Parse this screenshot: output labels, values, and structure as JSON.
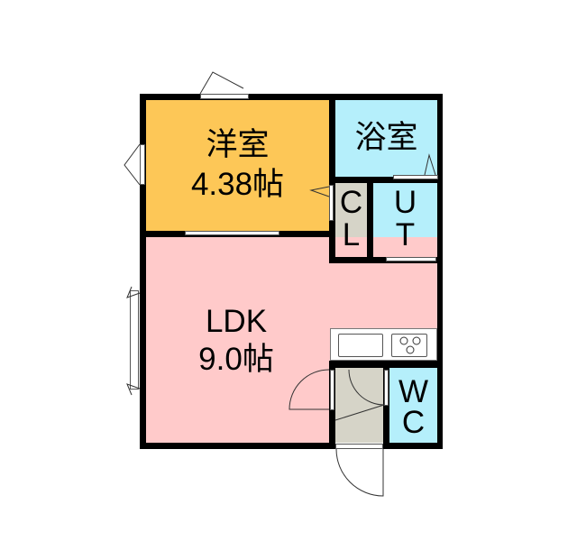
{
  "rooms": {
    "western": {
      "name": "洋室",
      "size": "4.38帖",
      "color": "#FDC757"
    },
    "bath": {
      "name": "浴室",
      "color": "#B5EFFB"
    },
    "closet": {
      "line1": "C",
      "line2": "L",
      "color": "#D6D4C8"
    },
    "utility": {
      "line1": "U",
      "line2": "T",
      "color": "#B5EFFB"
    },
    "ldk": {
      "name": "LDK",
      "size": "9.0帖",
      "color": "#FFCACA"
    },
    "wc": {
      "line1": "W",
      "line2": "C",
      "color": "#B5EFFB"
    },
    "entrance": {
      "color": "#D6D4C8"
    }
  }
}
